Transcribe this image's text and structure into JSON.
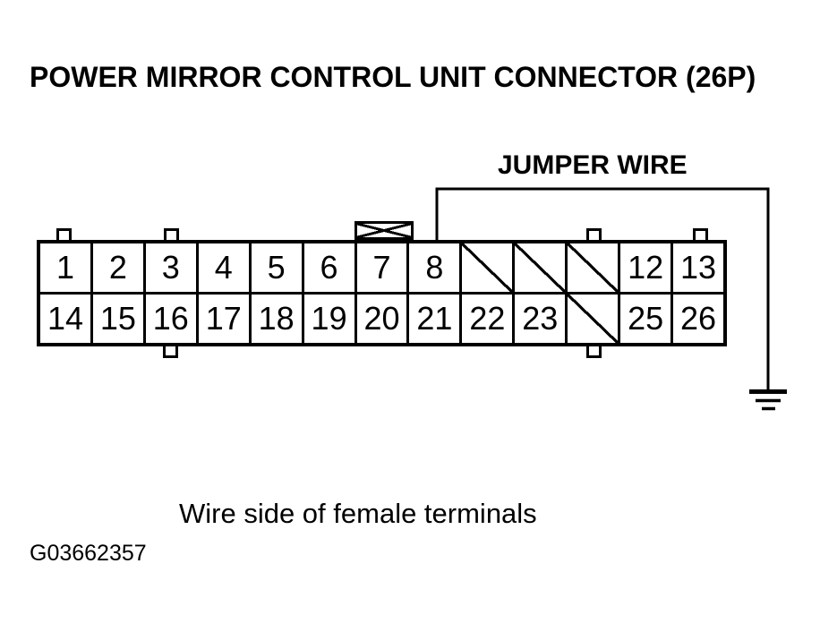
{
  "title": "POWER MIRROR CONTROL UNIT CONNECTOR (26P)",
  "jumper_wire_label": "JUMPER WIRE",
  "caption": "Wire side of female terminals",
  "figure_id": "G03662357",
  "colors": {
    "line": "#000000",
    "background": "#ffffff"
  },
  "connector": {
    "description": "26-pin connector, wire side of female terminals, jumper wire from pin 8 to ground",
    "top_row": [
      {
        "label": "1",
        "hatched": false
      },
      {
        "label": "2",
        "hatched": false
      },
      {
        "label": "3",
        "hatched": false
      },
      {
        "label": "4",
        "hatched": false
      },
      {
        "label": "5",
        "hatched": false
      },
      {
        "label": "6",
        "hatched": false
      },
      {
        "label": "7",
        "hatched": false
      },
      {
        "label": "8",
        "hatched": false
      },
      {
        "label": "",
        "hatched": true
      },
      {
        "label": "",
        "hatched": true
      },
      {
        "label": "",
        "hatched": true
      },
      {
        "label": "12",
        "hatched": false
      },
      {
        "label": "13",
        "hatched": false
      }
    ],
    "bottom_row": [
      {
        "label": "14",
        "hatched": false
      },
      {
        "label": "15",
        "hatched": false
      },
      {
        "label": "16",
        "hatched": false
      },
      {
        "label": "17",
        "hatched": false
      },
      {
        "label": "18",
        "hatched": false
      },
      {
        "label": "19",
        "hatched": false
      },
      {
        "label": "20",
        "hatched": false
      },
      {
        "label": "21",
        "hatched": false
      },
      {
        "label": "22",
        "hatched": false
      },
      {
        "label": "23",
        "hatched": false
      },
      {
        "label": "",
        "hatched": true
      },
      {
        "label": "25",
        "hatched": false
      },
      {
        "label": "26",
        "hatched": false
      }
    ]
  }
}
